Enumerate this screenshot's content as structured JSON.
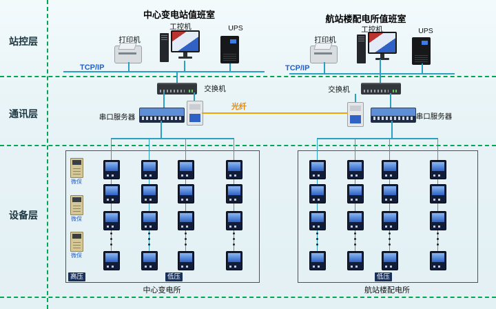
{
  "titles": {
    "left_room": "中心变电站值班室",
    "right_room": "航站楼配电所值班室"
  },
  "layers": {
    "station_control": "站控层",
    "communication": "通讯层",
    "equipment": "设备层"
  },
  "labels": {
    "printer": "打印机",
    "industrial_pc": "工控机",
    "ups": "UPS",
    "tcpip": "TCP/IP",
    "switch": "交换机",
    "serial_server": "串口服务器",
    "fiber": "光纤",
    "protection": "微保",
    "high_voltage": "高压",
    "low_voltage": "低压",
    "left_station": "中心变电所",
    "right_station": "航站楼配电所"
  },
  "colors": {
    "layer_divider": "#00a651",
    "network_line": "#2b9fc2",
    "fiber_line": "#f0a500",
    "tcpip_text": "#1f5fcf",
    "fiber_text": "#e88a00"
  }
}
